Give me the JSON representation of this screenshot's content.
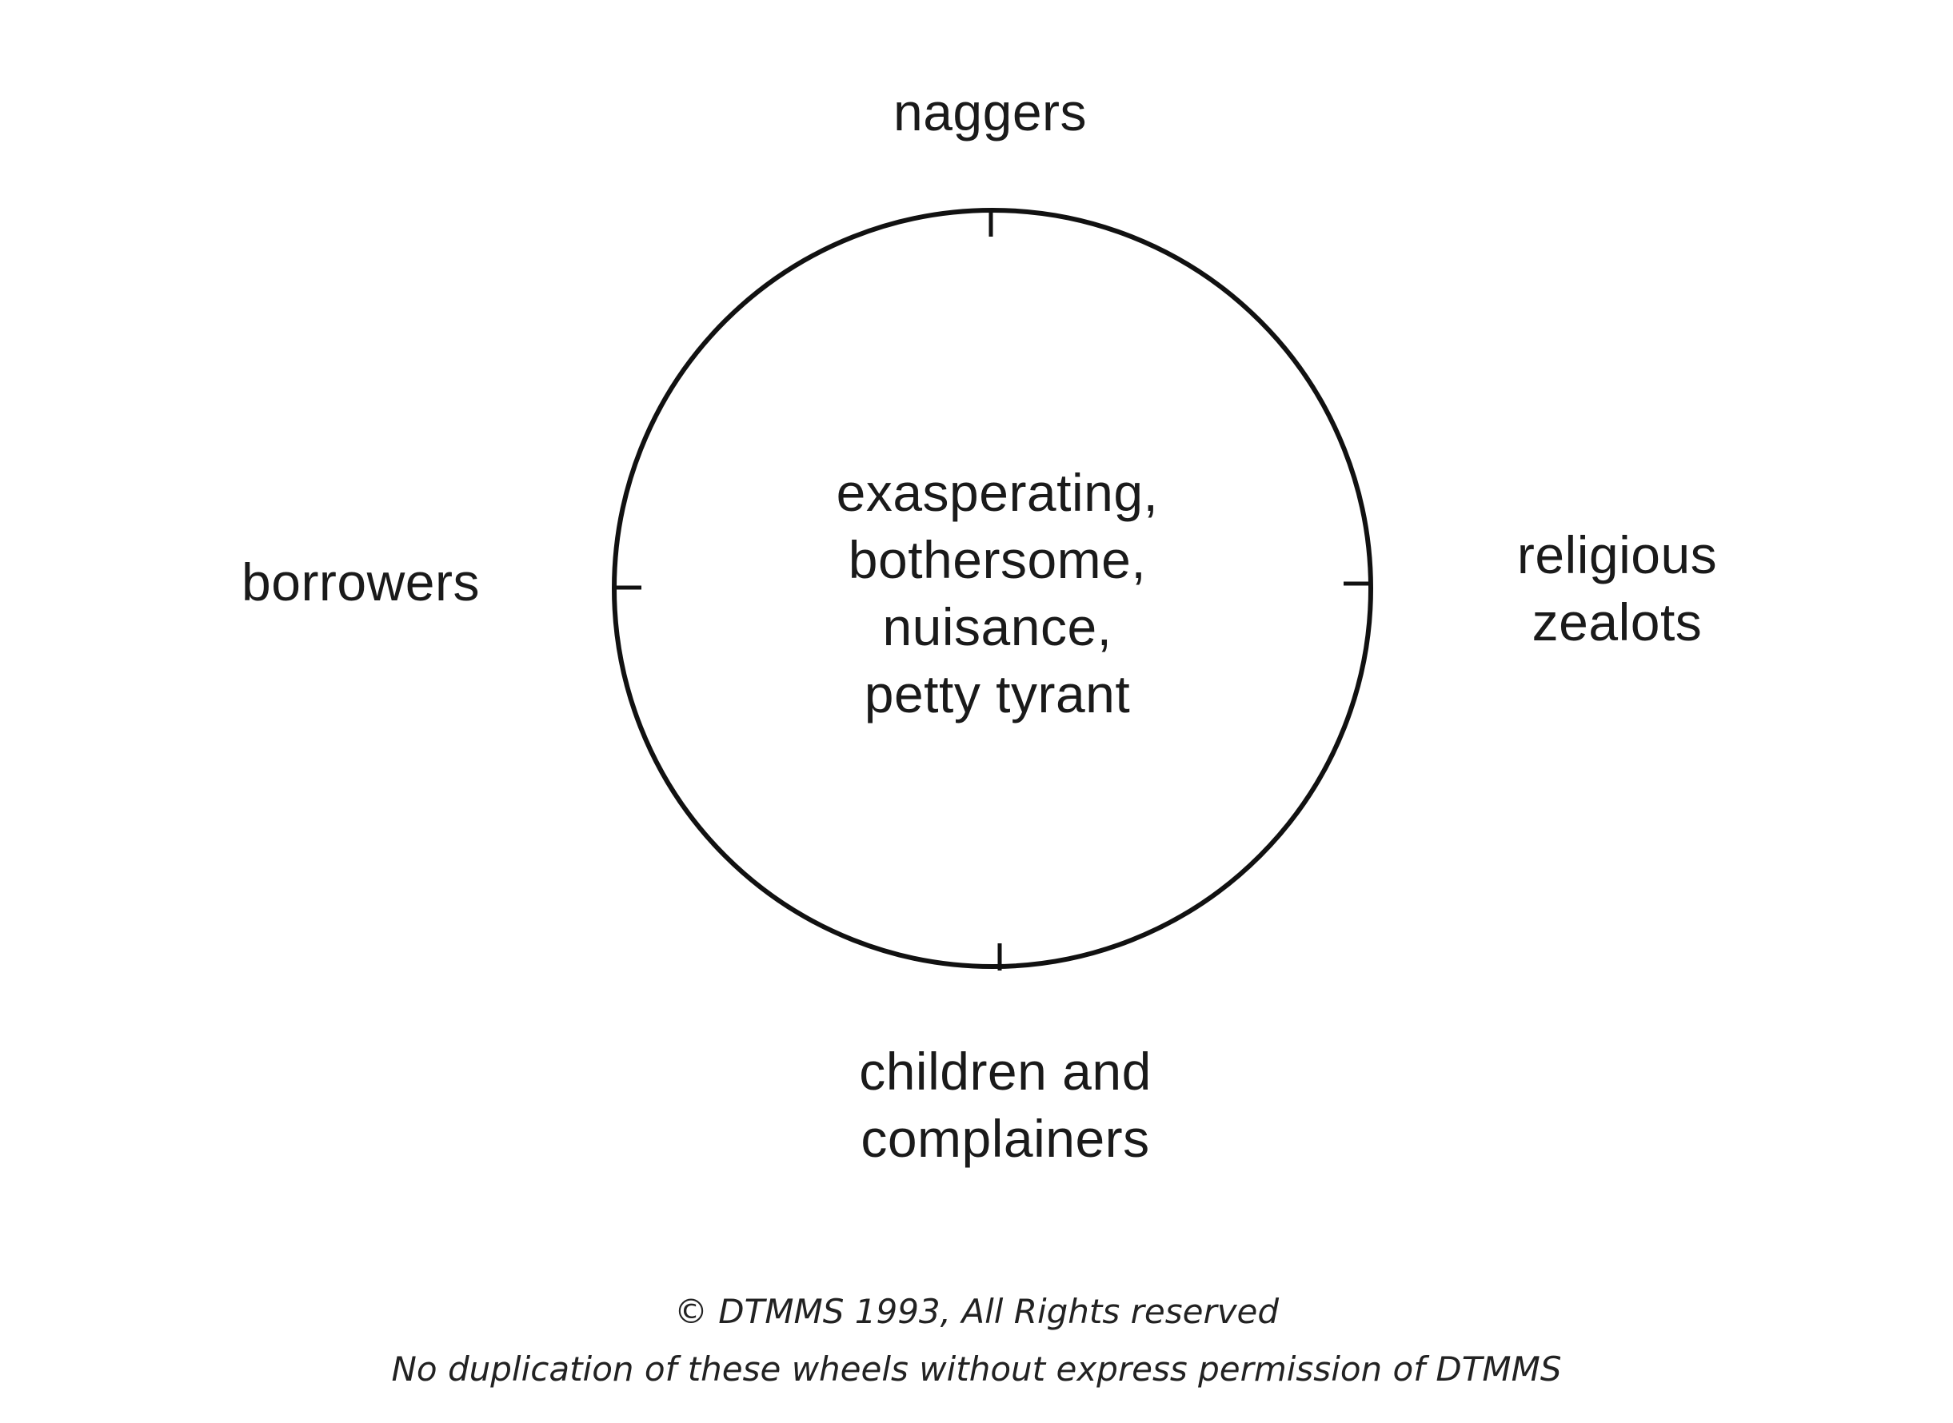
{
  "diagram": {
    "top": "naggers",
    "left": "borrowers",
    "right": [
      "religious",
      "zealots"
    ],
    "bottom": [
      "children and",
      "complainers"
    ],
    "center": [
      "exasperating,",
      "bothersome,",
      "nuisance,",
      "petty tyrant"
    ]
  },
  "footer": {
    "copyright": "© DTMMS 1993, All Rights reserved",
    "notice": "No duplication of these wheels without express permission of DTMMS"
  }
}
